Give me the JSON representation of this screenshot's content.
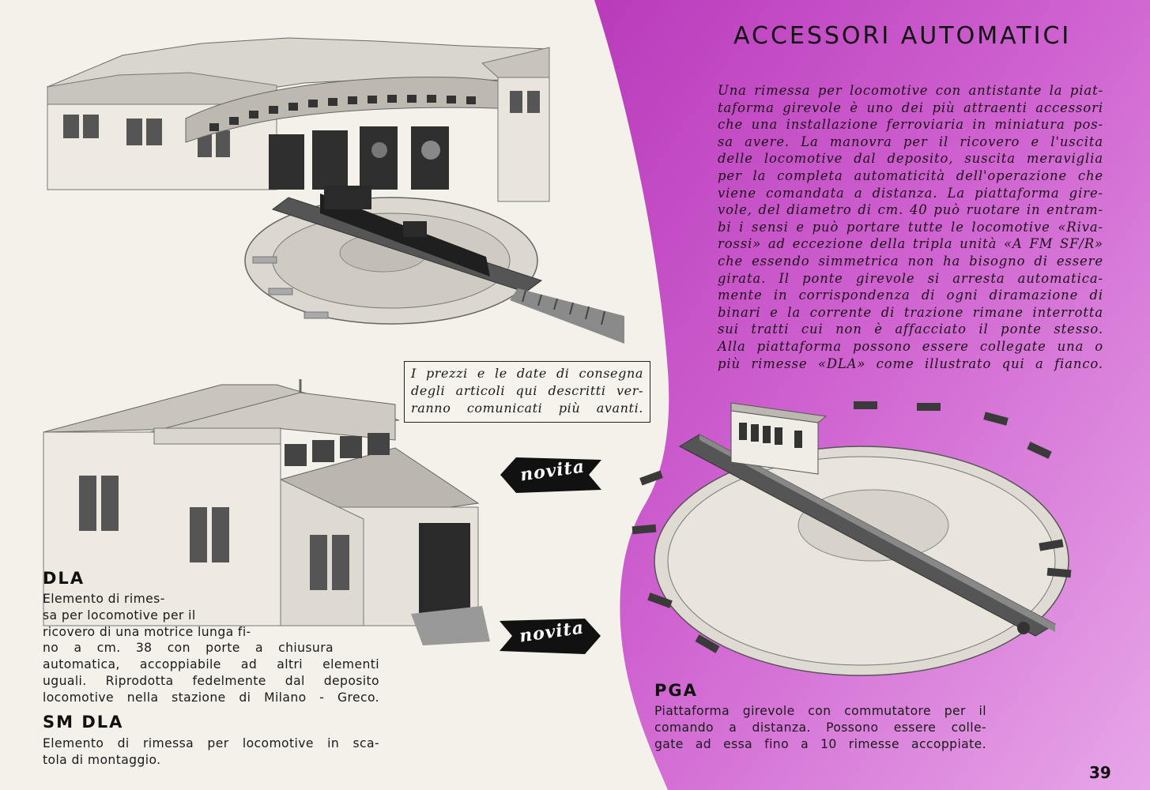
{
  "header": {
    "title": "ACCESSORI AUTOMATICI"
  },
  "intro": {
    "lines": [
      "Una rimessa per locomotive con antistante la piat-",
      "taforma girevole è uno dei più attraenti accessori",
      "che una installazione ferroviaria in miniatura pos-",
      "sa avere. La manovra per il ricovero e l'uscita",
      "delle locomotive dal deposito, suscita meraviglia",
      "per la completa automaticità dell'operazione che",
      "viene comandata a distanza. La piattaforma gire-",
      "vole, del diametro di cm. 40 può ruotare in entram-",
      "bi i sensi e può portare tutte le locomotive «Riva-",
      "rossi» ad eccezione della tripla unità «A FM SF/R»",
      "che essendo simmetrica non ha bisogno di essere",
      "girata. Il ponte girevole si arresta automatica-",
      "mente in corrispondenza di ogni diramazione di",
      "binari e la corrente di trazione rimane interrotta",
      "sui tratti cui non è affacciato il ponte stesso.",
      "Alla piattaforma possono essere collegate una o",
      "più rimesse «DLA» come illustrato qui a fianco."
    ]
  },
  "notice": {
    "lines": [
      "I prezzi e le date di consegna",
      "degli articoli qui descritti ver-",
      "ranno comunicati più avanti."
    ]
  },
  "badges": {
    "novita_1": "novita",
    "novita_2": "novita"
  },
  "products": {
    "dla": {
      "code": "DLA",
      "lines": [
        "Elemento di rimes-",
        "sa per locomotive per il",
        "ricovero di una motrice lunga fi-",
        "no a cm. 38 con porte a chiusura",
        "automatica, accoppiabile ad altri elementi",
        "uguali. Riprodotta fedelmente dal deposito",
        "locomotive nella stazione di Milano - Greco."
      ]
    },
    "smdla": {
      "code": "SM DLA",
      "lines": [
        "Elemento di rimessa per locomotive in sca-",
        "tola di montaggio."
      ]
    },
    "pga": {
      "code": "PGA",
      "lines": [
        "Piattaforma girevole con commutatore per il",
        "comando a distanza. Possono essere colle-",
        "gate ad essa fino a 10 rimesse accoppiate."
      ]
    }
  },
  "footer": {
    "page_number": "39"
  },
  "colors": {
    "magenta": "#c84fc8",
    "magenta_light": "#e7a6e8",
    "paper": "#f4f1ea",
    "ink": "#1a1a1a"
  }
}
